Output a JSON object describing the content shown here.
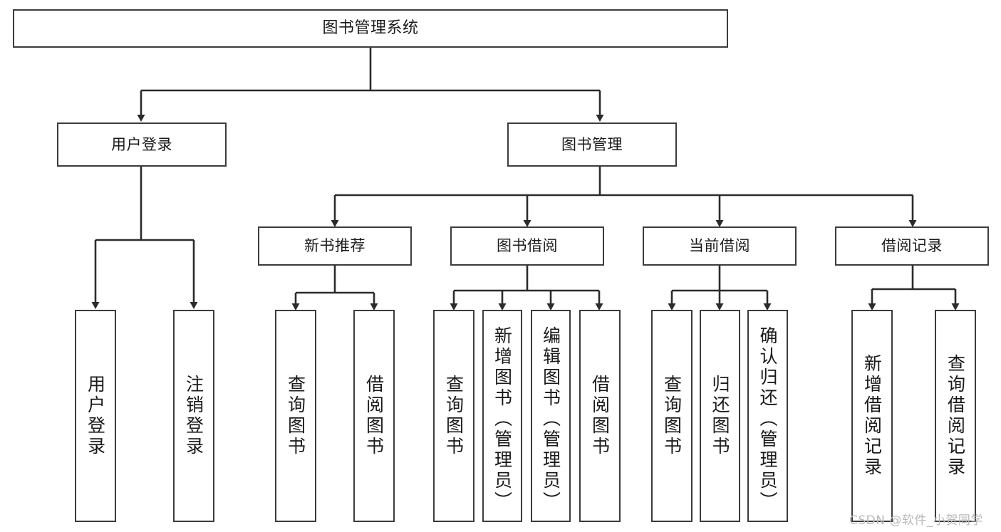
{
  "diagram": {
    "title": "图书管理系统",
    "type": "hierarchy-tree",
    "watermark": "CSDN @软件_小贺同学",
    "colors": {
      "box_border": "#3c3c3c",
      "box_fill": "#ffffff",
      "edge": "#2b2b2b",
      "text": "#1a1a1a",
      "watermark": "#b9b9b9"
    },
    "root": {
      "id": "root",
      "label": "图书管理系统"
    },
    "level2": [
      {
        "id": "user-login",
        "label": "用户登录"
      },
      {
        "id": "book-manage",
        "label": "图书管理"
      }
    ],
    "level3": [
      {
        "id": "new-book-rec",
        "label": "新书推荐",
        "parent": "book-manage"
      },
      {
        "id": "book-borrow",
        "label": "图书借阅",
        "parent": "book-manage"
      },
      {
        "id": "current-borrow",
        "label": "当前借阅",
        "parent": "book-manage"
      },
      {
        "id": "borrow-record",
        "label": "借阅记录",
        "parent": "book-manage"
      }
    ],
    "leaves": [
      {
        "id": "leaf-user-login",
        "label": "用户登录",
        "parent": "user-login"
      },
      {
        "id": "leaf-user-logout",
        "label": "注销登录",
        "parent": "user-login"
      },
      {
        "id": "leaf-query-book-1",
        "label": "查询图书",
        "parent": "new-book-rec"
      },
      {
        "id": "leaf-borrow-book-1",
        "label": "借阅图书",
        "parent": "new-book-rec"
      },
      {
        "id": "leaf-query-book-2",
        "label": "查询图书",
        "parent": "book-borrow"
      },
      {
        "id": "leaf-add-book",
        "label": "新增图书（管理员）",
        "parent": "book-borrow"
      },
      {
        "id": "leaf-edit-book",
        "label": "编辑图书（管理员）",
        "parent": "book-borrow"
      },
      {
        "id": "leaf-borrow-book-2",
        "label": "借阅图书",
        "parent": "book-borrow"
      },
      {
        "id": "leaf-query-book-3",
        "label": "查询图书",
        "parent": "current-borrow"
      },
      {
        "id": "leaf-return-book",
        "label": "归还图书",
        "parent": "current-borrow"
      },
      {
        "id": "leaf-confirm-return",
        "label": "确认归还（管理员）",
        "parent": "current-borrow"
      },
      {
        "id": "leaf-add-record",
        "label": "新增借阅记录",
        "parent": "borrow-record"
      },
      {
        "id": "leaf-query-record",
        "label": "查询借阅记录",
        "parent": "borrow-record"
      }
    ]
  }
}
